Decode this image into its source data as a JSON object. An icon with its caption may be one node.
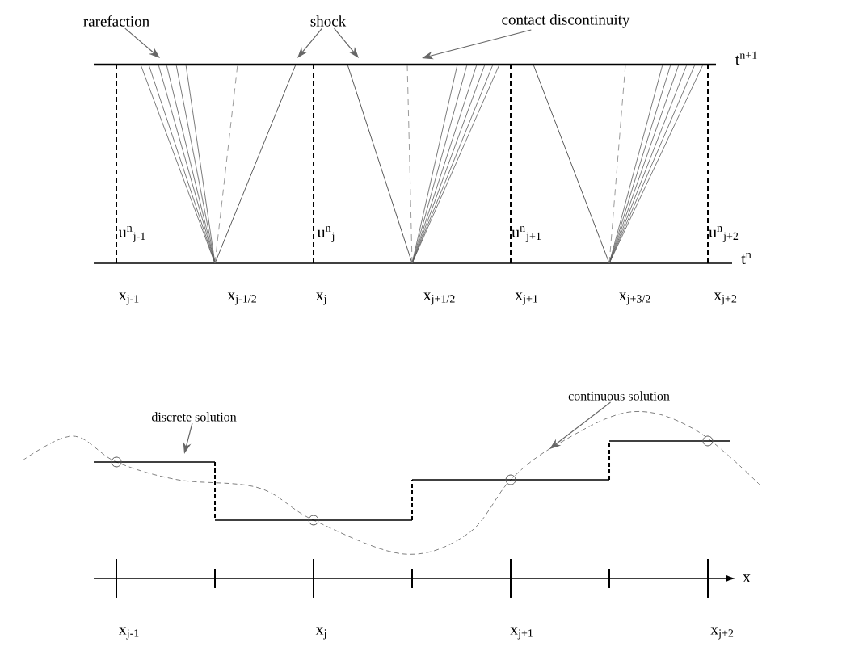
{
  "diagram": {
    "nodes": [
      {
        "text": [
          "rarefaction"
        ]
      },
      {
        "text": [
          "shock"
        ]
      },
      {
        "text": [
          "contact discontinuity"
        ]
      },
      {
        "text": [
          "discrete solution"
        ]
      },
      {
        "text": [
          "continuous solution"
        ]
      }
    ],
    "edges": [
      {
        "from": 0,
        "to": null,
        "arrow": "to"
      },
      {
        "from": 1,
        "to": null,
        "arrow": "to"
      },
      {
        "from": 1,
        "to": null,
        "arrow": "to"
      },
      {
        "from": 2,
        "to": null,
        "arrow": "to"
      },
      {
        "from": 3,
        "to": null,
        "arrow": "to"
      },
      {
        "from": 4,
        "to": null,
        "arrow": "to"
      }
    ],
    "labels": [
      "t$^{n+1}$",
      "u$^{n}$$_{j-1}$",
      "u$^{n}$$_{j}$",
      "u$^{n}$$_{j+1}$",
      "u$^{n}$$_{j+2}$",
      "t$^{n}$",
      "x$_{j-1}$",
      "x$_{j-1/2}$",
      "x$_{j}$",
      "x$_{j+1/2}$",
      "x$_{j+1}$",
      "x$_{j+3/2}$",
      "x$_{j+2}$",
      "x",
      "x$_{j-1}$",
      "x$_{j}$",
      "x$_{j+1}$",
      "x$_{j+2}$"
    ]
  }
}
